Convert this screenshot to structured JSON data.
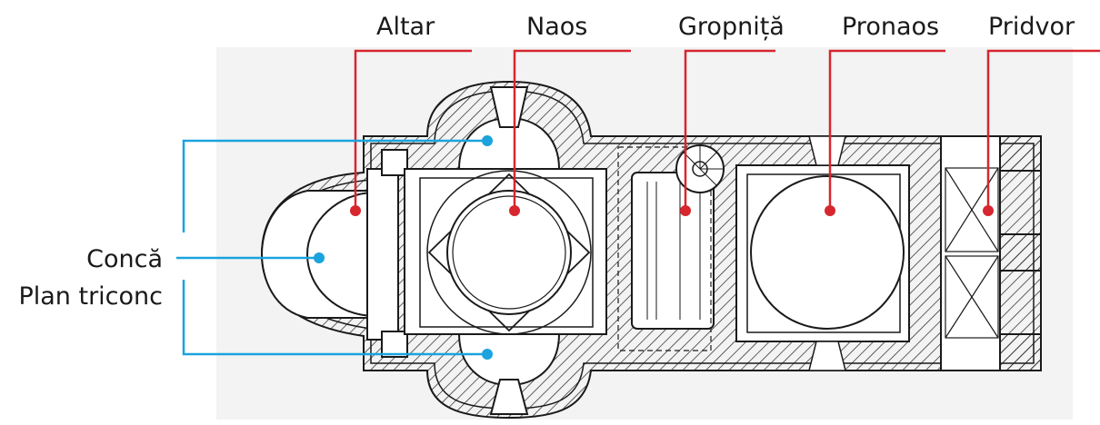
{
  "labels": {
    "altar": "Altar",
    "naos": "Naos",
    "gropnita": "Gropniță",
    "pronaos": "Pronaos",
    "pridvor": "Pridvor",
    "conca": "Concă",
    "plan_triconc": "Plan triconc"
  },
  "colors": {
    "red_marker": "#d7262e",
    "blue_marker": "#1aa3dd",
    "plan_stroke": "#1a1a1a",
    "plan_fill": "#f2f2f2"
  },
  "icons": {
    "red_marker": "red-dot-leader",
    "blue_marker": "blue-dot-leader"
  }
}
